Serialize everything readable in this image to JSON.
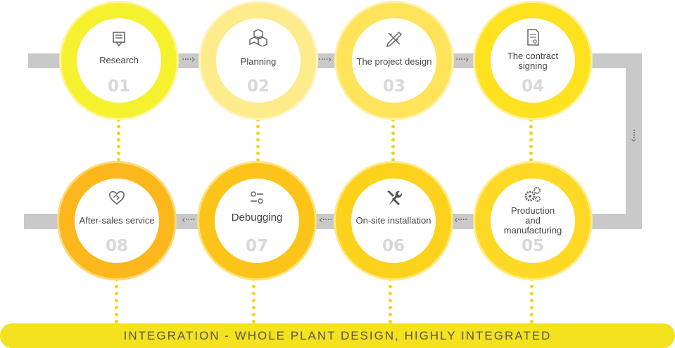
{
  "steps": [
    {
      "label": "Research",
      "number": "01",
      "icon": "clipboard-icon",
      "ring": "#f6f12f",
      "glow": "#fff59a"
    },
    {
      "label": "Planning",
      "number": "02",
      "icon": "cubes-icon",
      "ring": "#fdeb8c",
      "glow": "#fff4c8"
    },
    {
      "label": "The project design",
      "number": "03",
      "icon": "pencil-ruler-icon",
      "ring": "#fee35b",
      "glow": "#fff1a5"
    },
    {
      "label": "The contract signing",
      "number": "04",
      "icon": "contract-icon",
      "ring": "#fee11f",
      "glow": "#fff09a"
    },
    {
      "label": "Production and manufacturing",
      "number": "05",
      "icon": "gears-icon",
      "ring": "#fdd925",
      "glow": "#ffec8a"
    },
    {
      "label": "On-site installation",
      "number": "06",
      "icon": "wrench-screwdriver-icon",
      "ring": "#fdd21d",
      "glow": "#ffe97f"
    },
    {
      "label": "Debugging",
      "number": "07",
      "icon": "sliders-icon",
      "ring": "#fcc419",
      "glow": "#ffe27a"
    },
    {
      "label": "After-sales service",
      "number": "08",
      "icon": "handshake-heart-icon",
      "ring": "#fbb71b",
      "glow": "#ffd874"
    }
  ],
  "banner": "INTEGRATION - WHOLE PLANT DESIGN, HIGHLY INTEGRATED",
  "colors": {
    "track": "#c9c9c9",
    "banner": "#f5e21e",
    "dots": "#f5d21a"
  }
}
